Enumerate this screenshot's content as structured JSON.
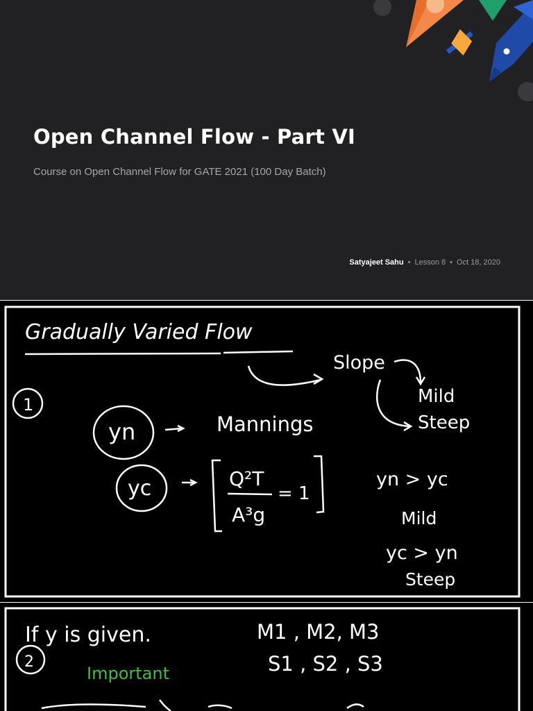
{
  "cover": {
    "title": "Open Channel Flow - Part VI",
    "subtitle": "Course on Open Channel Flow for GATE 2021 (100 Day Batch)",
    "author": "Satyajeet Sahu",
    "separator": "•",
    "lesson": "Lesson 8",
    "date": "Oct 18, 2020"
  },
  "slide1": {
    "heading": "Gradually Varied Flow",
    "number": "1",
    "slope": "Slope",
    "mild": "Mild",
    "steep": "Steep",
    "yn": "yn",
    "yc": "yc",
    "mannings": "Mannings",
    "eq_num": "Q²T",
    "eq_den": "A³g",
    "eq_rhs": "= 1",
    "cond1": "yn > yc",
    "cond1_label": "Mild",
    "cond2": "yc > yn",
    "cond2_label": "Steep"
  },
  "slide2": {
    "line1": "If y is given.",
    "number": "2",
    "important": "Important",
    "m_profiles": "M1 , M2, M3",
    "s_profiles": "S1 , S2 , S3"
  },
  "colors": {
    "cover_bg": "#212123",
    "ink": "#ffffff",
    "important_ink": "#3fbf3f",
    "rocket_orange": "#f4884a",
    "rocket_blue": "#1f4aa8",
    "rocket_green": "#1fa06a"
  }
}
